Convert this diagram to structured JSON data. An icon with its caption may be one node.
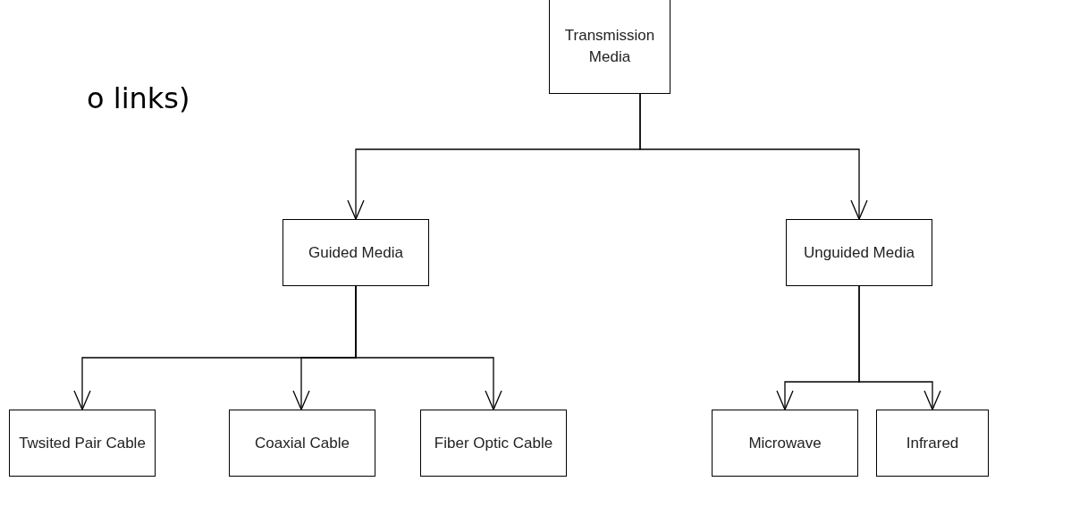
{
  "diagram": {
    "nodes": [
      {
        "text": [
          "Transmission Media"
        ]
      },
      {
        "text": [
          "Guided Media"
        ]
      },
      {
        "text": [
          "Unguided Media"
        ]
      },
      {
        "text": [
          "Twsited Pair Cable"
        ]
      },
      {
        "text": [
          "Coaxial Cable"
        ]
      },
      {
        "text": [
          "Fiber Optic Cable"
        ]
      },
      {
        "text": [
          "Microwave"
        ]
      },
      {
        "text": [
          "Infrared"
        ]
      }
    ],
    "edges": [
      {
        "from": 0,
        "to": 1,
        "arrow": "to"
      },
      {
        "from": 0,
        "to": 2,
        "arrow": "to"
      },
      {
        "from": 1,
        "to": 3,
        "arrow": "to"
      },
      {
        "from": 1,
        "to": 4,
        "arrow": "to"
      },
      {
        "from": 1,
        "to": 5,
        "arrow": "to"
      },
      {
        "from": 2,
        "to": 6,
        "arrow": "to"
      },
      {
        "from": 2,
        "to": 7,
        "arrow": "to"
      }
    ],
    "labels": [
      "o links)"
    ]
  }
}
